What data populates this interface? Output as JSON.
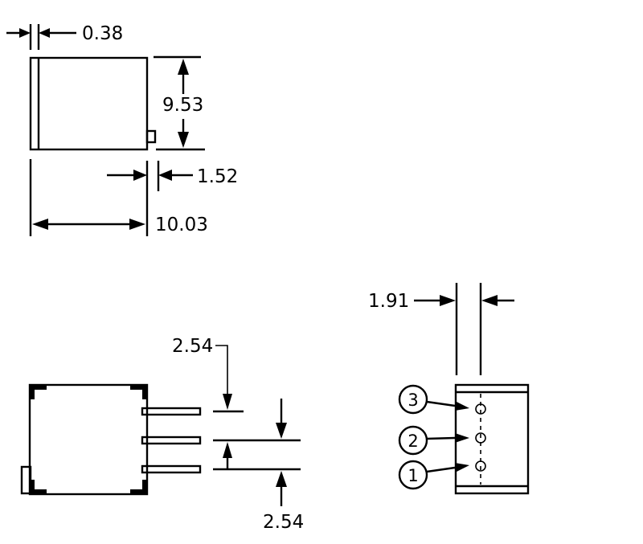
{
  "dimensions": {
    "lead_thickness": "0.38",
    "body_height": "9.53",
    "lead_offset": "1.52",
    "body_width": "10.03",
    "pin_pitch_top": "2.54",
    "pin_pitch_bottom": "2.54",
    "pin_row_offset": "1.91"
  },
  "pins": [
    "3",
    "2",
    "1"
  ]
}
